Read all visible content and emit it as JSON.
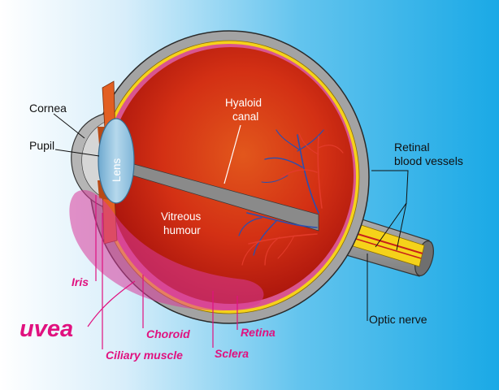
{
  "colors": {
    "background_left": "#ffffff",
    "background_right": "#1aa9e6",
    "sclera_gray": "#9a9a9a",
    "choroid_pink": "#d94f8c",
    "vitreous_red": "#c81d10",
    "retina_yellow": "#f5d21a",
    "iris_orange": "#e05a1e",
    "lens_blue": "#8fc0dc",
    "uvea_highlight": "#d93a9a",
    "label_pink": "#e0117f"
  },
  "labels": {
    "cornea": "Cornea",
    "pupil": "Pupil",
    "lens": "Lens",
    "hyaloid_canal": [
      "Hyaloid",
      "canal"
    ],
    "vitreous_humour": [
      "Vitreous",
      "humour"
    ],
    "retinal_blood_vessels": [
      "Retinal",
      "blood vessels"
    ],
    "optic_nerve": "Optic nerve",
    "iris": "Iris",
    "uvea": "uvea",
    "choroid": "Choroid",
    "ciliary_muscle": "Ciliary muscle",
    "retina": "Retina",
    "sclera": "Sclera"
  }
}
